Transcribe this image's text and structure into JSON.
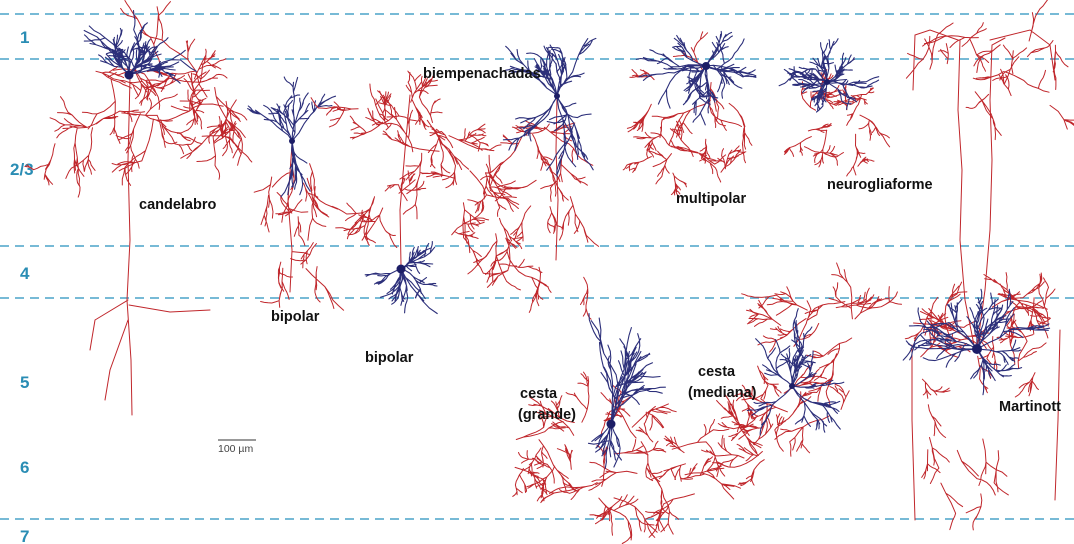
{
  "layers": [
    {
      "id": "l1",
      "label": "1"
    },
    {
      "id": "l23",
      "label": "2/3"
    },
    {
      "id": "l4",
      "label": "4"
    },
    {
      "id": "l5",
      "label": "5"
    },
    {
      "id": "l6",
      "label": "6"
    },
    {
      "id": "l7",
      "label": "7"
    }
  ],
  "cells": {
    "candelabro": "candelabro",
    "bipolar_a": "bipolar",
    "bipolar_b": "bipolar",
    "biempenachadas": "biempenachadas",
    "multipolar": "multipolar",
    "neurogliaforme": "neurogliaforme",
    "cesta_grande_1": "cesta",
    "cesta_grande_2": "(grande)",
    "cesta_mediana_1": "cesta",
    "cesta_mediana_2": "(mediana)",
    "martinott": "Martinott"
  },
  "scale_bar": "100 µm",
  "colors": {
    "axon": "#c0262b",
    "dendrite": "#2c2f7a",
    "layer_line": "#4aa3c9",
    "layer_label": "#2a8db4"
  }
}
